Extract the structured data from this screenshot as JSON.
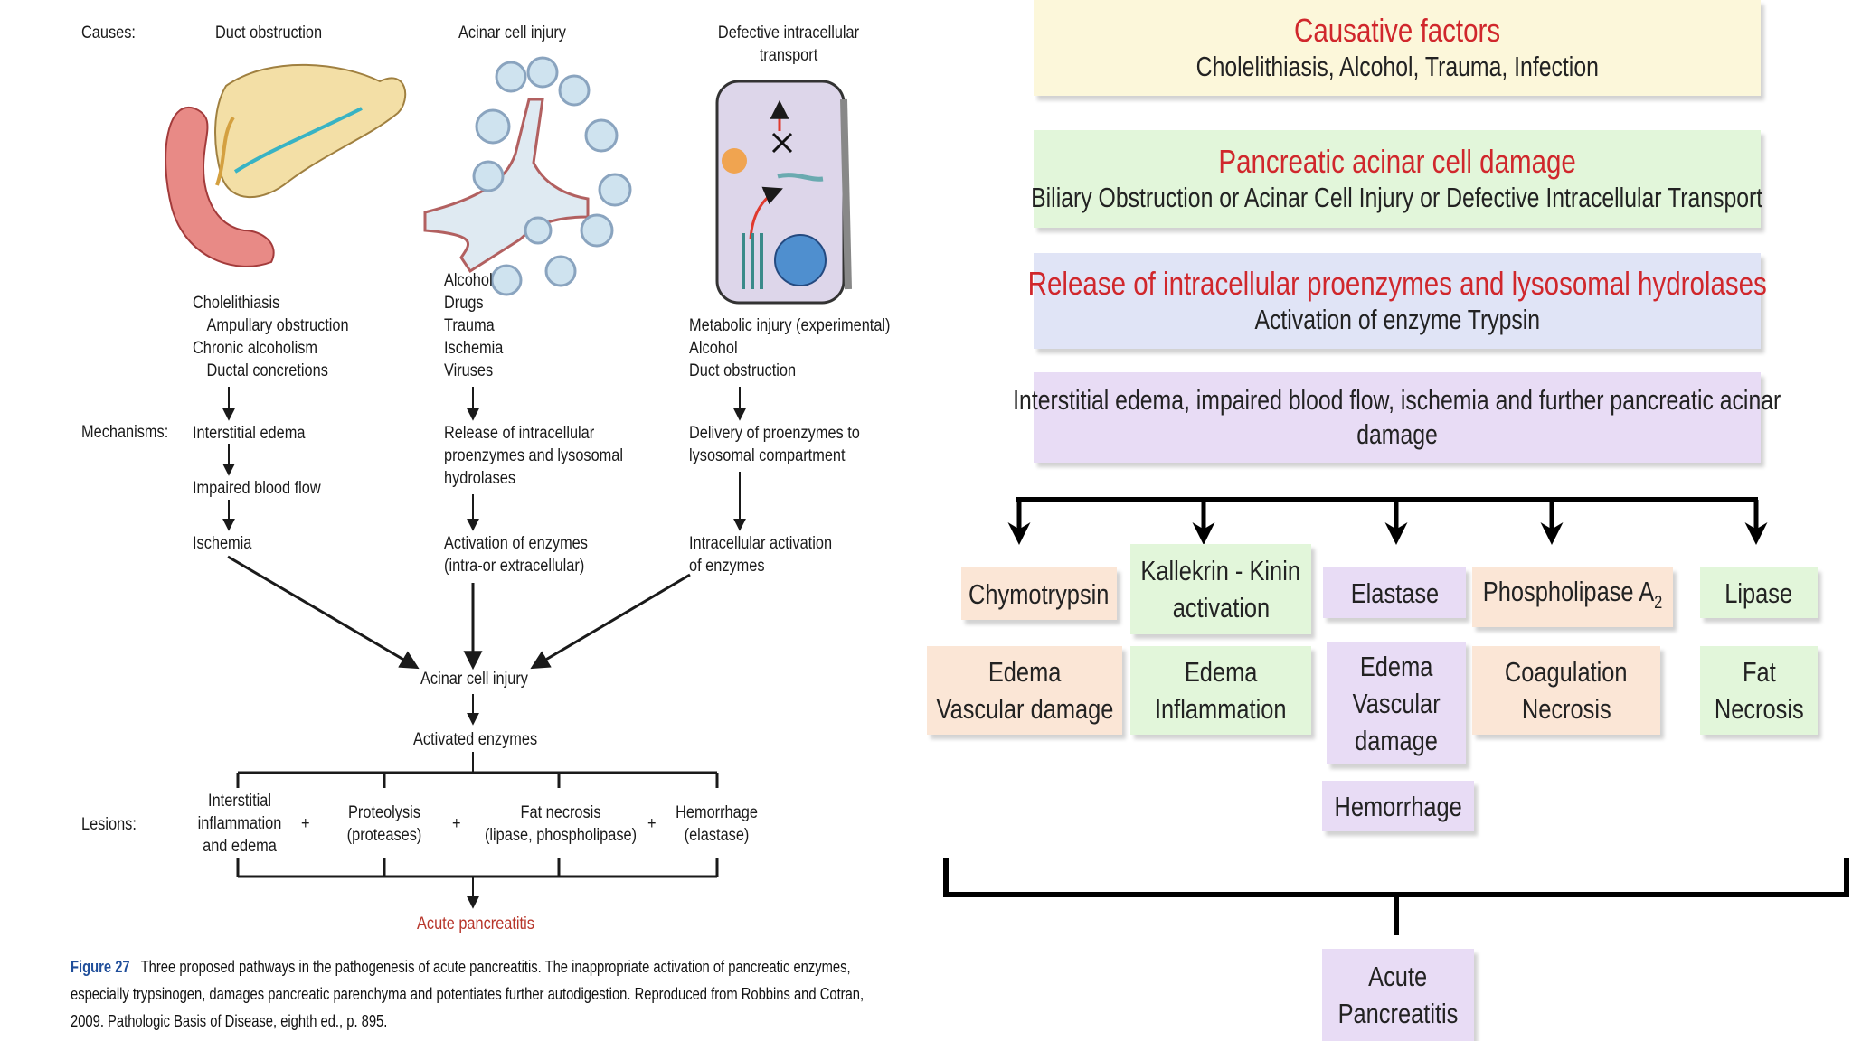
{
  "left_figure": {
    "row_labels": {
      "causes": "Causes:",
      "mechanisms": "Mechanisms:",
      "lesions": "Lesions:"
    },
    "columns": [
      {
        "header": "Duct obstruction",
        "causes": [
          "Cholelithiasis",
          "Ampullary obstruction",
          "Chronic alcoholism",
          "Ductal concretions"
        ],
        "steps": [
          "Interstitial edema",
          "Impaired blood flow",
          "Ischemia"
        ]
      },
      {
        "header": "Acinar cell injury",
        "causes": [
          "Alcohol",
          "Drugs",
          "Trauma",
          "Ischemia",
          "Viruses"
        ],
        "steps": [
          "Release of intracellular",
          "proenzymes and lysosomal",
          "hydrolases",
          "Activation of enzymes",
          "(intra-or extracellular)"
        ]
      },
      {
        "header": [
          "Defective intracellular",
          "transport"
        ],
        "causes": [
          "Metabolic injury (experimental)",
          "Alcohol",
          "Duct obstruction"
        ],
        "steps": [
          "Delivery of proenzymes to",
          "lysosomal compartment",
          "Intracellular activation",
          "of enzymes"
        ]
      }
    ],
    "convergence": "Acinar cell injury",
    "activated": "Activated enzymes",
    "lesions": [
      [
        "Interstitial",
        "inflammation",
        "and edema"
      ],
      [
        "Proteolysis",
        "(proteases)"
      ],
      [
        "Fat necrosis",
        "(lipase, phospholipase)"
      ],
      [
        "Hemorrhage",
        "(elastase)"
      ]
    ],
    "plus": "+",
    "outcome": "Acute pancreatitis",
    "caption_label": "Figure 27",
    "caption_text": "Three proposed pathways in the pathogenesis of acute pancreatitis. The inappropriate activation of pancreatic enzymes, especially trypsinogen, damages pancreatic parenchyma and potentiates further autodigestion. Reproduced from Robbins and Cotran, 2009. Pathologic Basis of Disease, eighth ed., p. 895."
  },
  "right_flow": {
    "causative": {
      "title": "Causative factors",
      "sub": "Cholelithiasis, Alcohol, Trauma, Infection"
    },
    "damage": {
      "title": "Pancreatic acinar cell damage",
      "sub": "Biliary Obstruction or Acinar Cell Injury or Defective Intracellular Transport"
    },
    "release": {
      "title": "Release of intracellular proenzymes and lysosomal hydrolases",
      "sub": "Activation of enzyme Trypsin"
    },
    "edema": {
      "line1": "Interstitial edema, impaired blood flow, ischemia and further pancreatic acinar",
      "line2": "damage"
    },
    "enzymes": {
      "chymotrypsin": "Chymotrypsin",
      "kallekrin": [
        "Kallekrin - Kinin",
        "activation"
      ],
      "elastase": "Elastase",
      "phospholipase": "Phospholipase A",
      "phospholipase_sub": "2",
      "lipase": "Lipase"
    },
    "effects": {
      "chymotrypsin": [
        "Edema",
        "Vascular damage"
      ],
      "kallekrin": [
        "Edema",
        "Inflammation"
      ],
      "elastase": [
        "Edema",
        "Vascular",
        "damage"
      ],
      "phospholipase": [
        "Coagulation",
        "Necrosis"
      ],
      "lipase": [
        "Fat",
        "Necrosis"
      ]
    },
    "hemorrhage": "Hemorrhage",
    "outcome": [
      "Acute",
      "Pancreatitis"
    ]
  },
  "colors": {
    "yellow": "#fcf7da",
    "green": "#e2f6da",
    "blue": "#e0e4f6",
    "lavender": "#e8dcf5",
    "peach": "#fbe6d6",
    "title_red": "#d0272c",
    "caption_blue": "#1f4e9a"
  }
}
